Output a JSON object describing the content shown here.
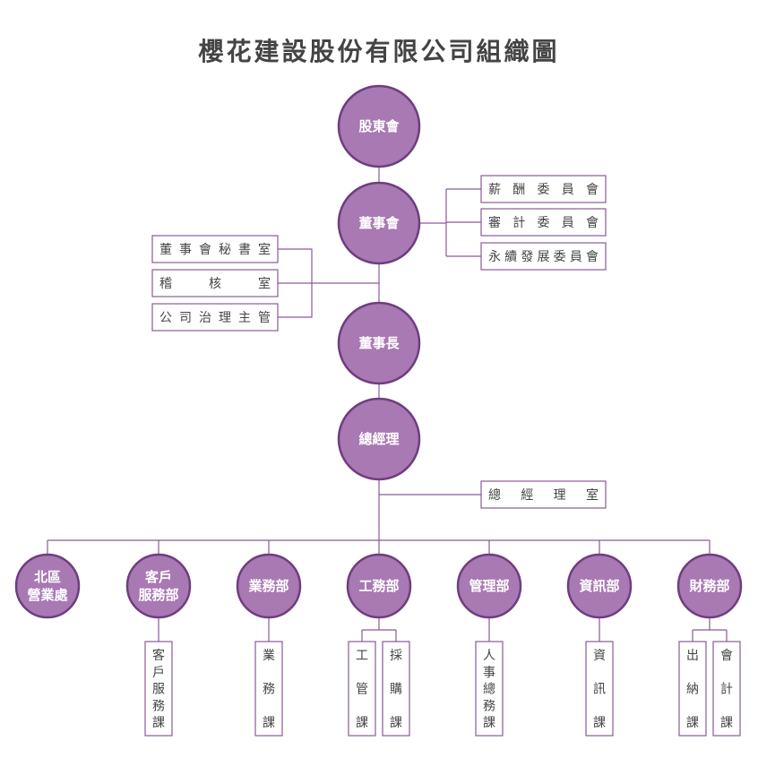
{
  "title": "櫻花建設股份有限公司組織圖",
  "colors": {
    "node_fill": "#a979b4",
    "node_stroke": "#6f3d80",
    "line": "#8a5a96"
  },
  "chain": [
    "股東會",
    "董事會",
    "董事長",
    "總經理"
  ],
  "board_committees": [
    "薪酬委員會",
    "審計委員會",
    "永續發展委員會"
  ],
  "board_offices": [
    "董事會秘書室",
    "稽核室",
    "公司治理主管"
  ],
  "gm_office": "總經理室",
  "departments": [
    {
      "name": "北區營業處",
      "lines": [
        "北區",
        "營業處"
      ],
      "sections": []
    },
    {
      "name": "客戶服務部",
      "lines": [
        "客戶",
        "服務部"
      ],
      "sections": [
        "客戶服務課"
      ]
    },
    {
      "name": "業務部",
      "lines": [
        "業務部"
      ],
      "sections": [
        "業務課"
      ]
    },
    {
      "name": "工務部",
      "lines": [
        "工務部"
      ],
      "sections": [
        "工管課",
        "採購課"
      ]
    },
    {
      "name": "管理部",
      "lines": [
        "管理部"
      ],
      "sections": [
        "人事總務課"
      ]
    },
    {
      "name": "資訊部",
      "lines": [
        "資訊部"
      ],
      "sections": [
        "資訊課"
      ]
    },
    {
      "name": "財務部",
      "lines": [
        "財務部"
      ],
      "sections": [
        "出納課",
        "會計課"
      ]
    }
  ]
}
